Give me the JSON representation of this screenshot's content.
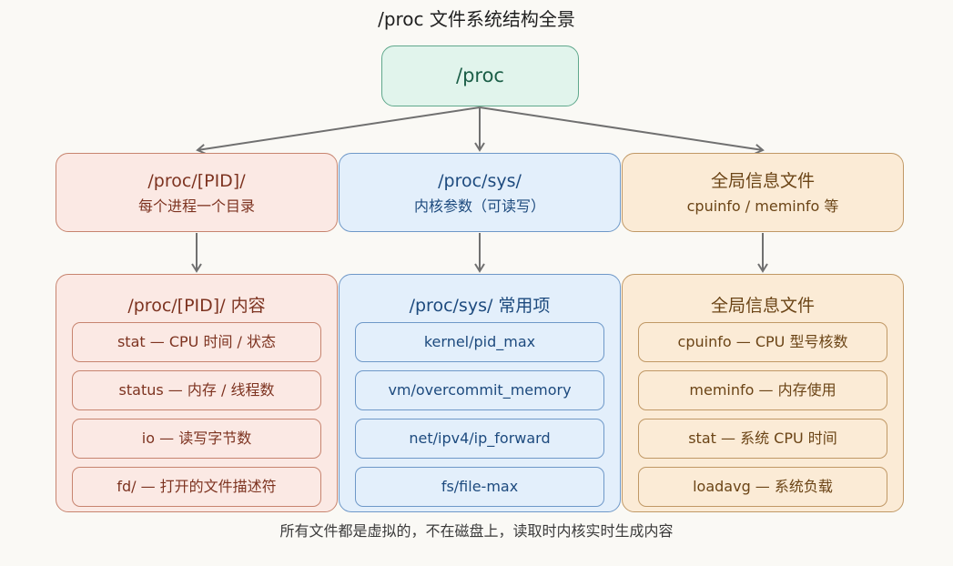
{
  "title": "/proc 文件系统结构全景",
  "root": {
    "label": "/proc"
  },
  "colors": {
    "root": "#5fa88c",
    "pid": "#c7846f",
    "sys": "#6e98c8",
    "global": "#c09865",
    "arrow": "#707070"
  },
  "middle": [
    {
      "heading": "/proc/[PID]/",
      "sub": "每个进程一个目录"
    },
    {
      "heading": "/proc/sys/",
      "sub": "内核参数（可读写）"
    },
    {
      "heading": "全局信息文件",
      "sub": "cpuinfo / meminfo 等"
    }
  ],
  "bottom": [
    {
      "heading": "/proc/[PID]/ 内容",
      "items": [
        "stat — CPU 时间 / 状态",
        "status — 内存 / 线程数",
        "io — 读写字节数",
        "fd/ — 打开的文件描述符"
      ]
    },
    {
      "heading": "/proc/sys/ 常用项",
      "items": [
        "kernel/pid_max",
        "vm/overcommit_memory",
        "net/ipv4/ip_forward",
        "fs/file-max"
      ]
    },
    {
      "heading": "全局信息文件",
      "items": [
        "cpuinfo — CPU 型号核数",
        "meminfo — 内存使用",
        "stat — 系统 CPU 时间",
        "loadavg — 系统负载"
      ]
    }
  ],
  "footer": "所有文件都是虚拟的，不在磁盘上，读取时内核实时生成内容"
}
